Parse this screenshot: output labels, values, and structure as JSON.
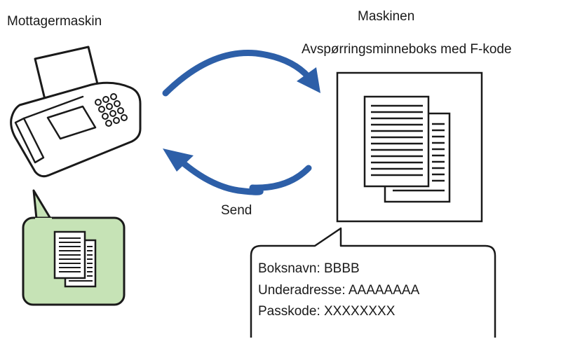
{
  "labels": {
    "receiver": "Mottagermaskin",
    "machine": "Maskinen",
    "box_type": "Avspørringsminneboks med F-kode",
    "send": "Send"
  },
  "info": {
    "box_name": "Boksnavn: BBBB",
    "sub_address": "Underadresse: AAAAAAAA",
    "passcode": "Passkode: XXXXXXXX"
  },
  "colors": {
    "arrow": "#2d5fa8",
    "receiver_bubble": "#c6e3b6",
    "outline": "#1a1a1a"
  },
  "icons": {
    "receiver": "fax-machine-icon",
    "stored": "document-stack-icon",
    "received": "document-stack-icon"
  }
}
